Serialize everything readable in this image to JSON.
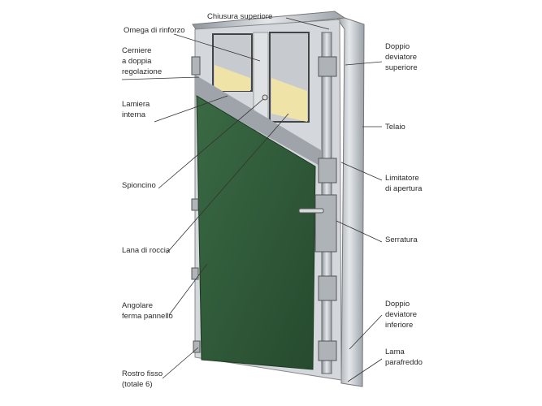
{
  "colors": {
    "panel": "#2f5a38",
    "frame": "#b9bec4",
    "insulation": "#efe3a8",
    "leader": "#333333"
  },
  "labels": {
    "omega": "Omega di rinforzo",
    "cerniere": "Cerniere\na doppia\nregolazione",
    "lamiera": "Lamiera\ninterna",
    "spioncino": "Spioncino",
    "lana": "Lana di roccia",
    "angolare": "Angolare\nferma pannello",
    "rostro": "Rostro fisso\n(totale 6)",
    "chiusura": "Chiusura superiore",
    "deviatore_sup": "Doppio\ndeviatore\nsuperiore",
    "telaio": "Telaio",
    "limitatore": "Limitatore\ndi apertura",
    "serratura": "Serratura",
    "deviatore_inf": "Doppio\ndeviatore\ninferiore",
    "lama": "Lama\nparafreddo"
  }
}
